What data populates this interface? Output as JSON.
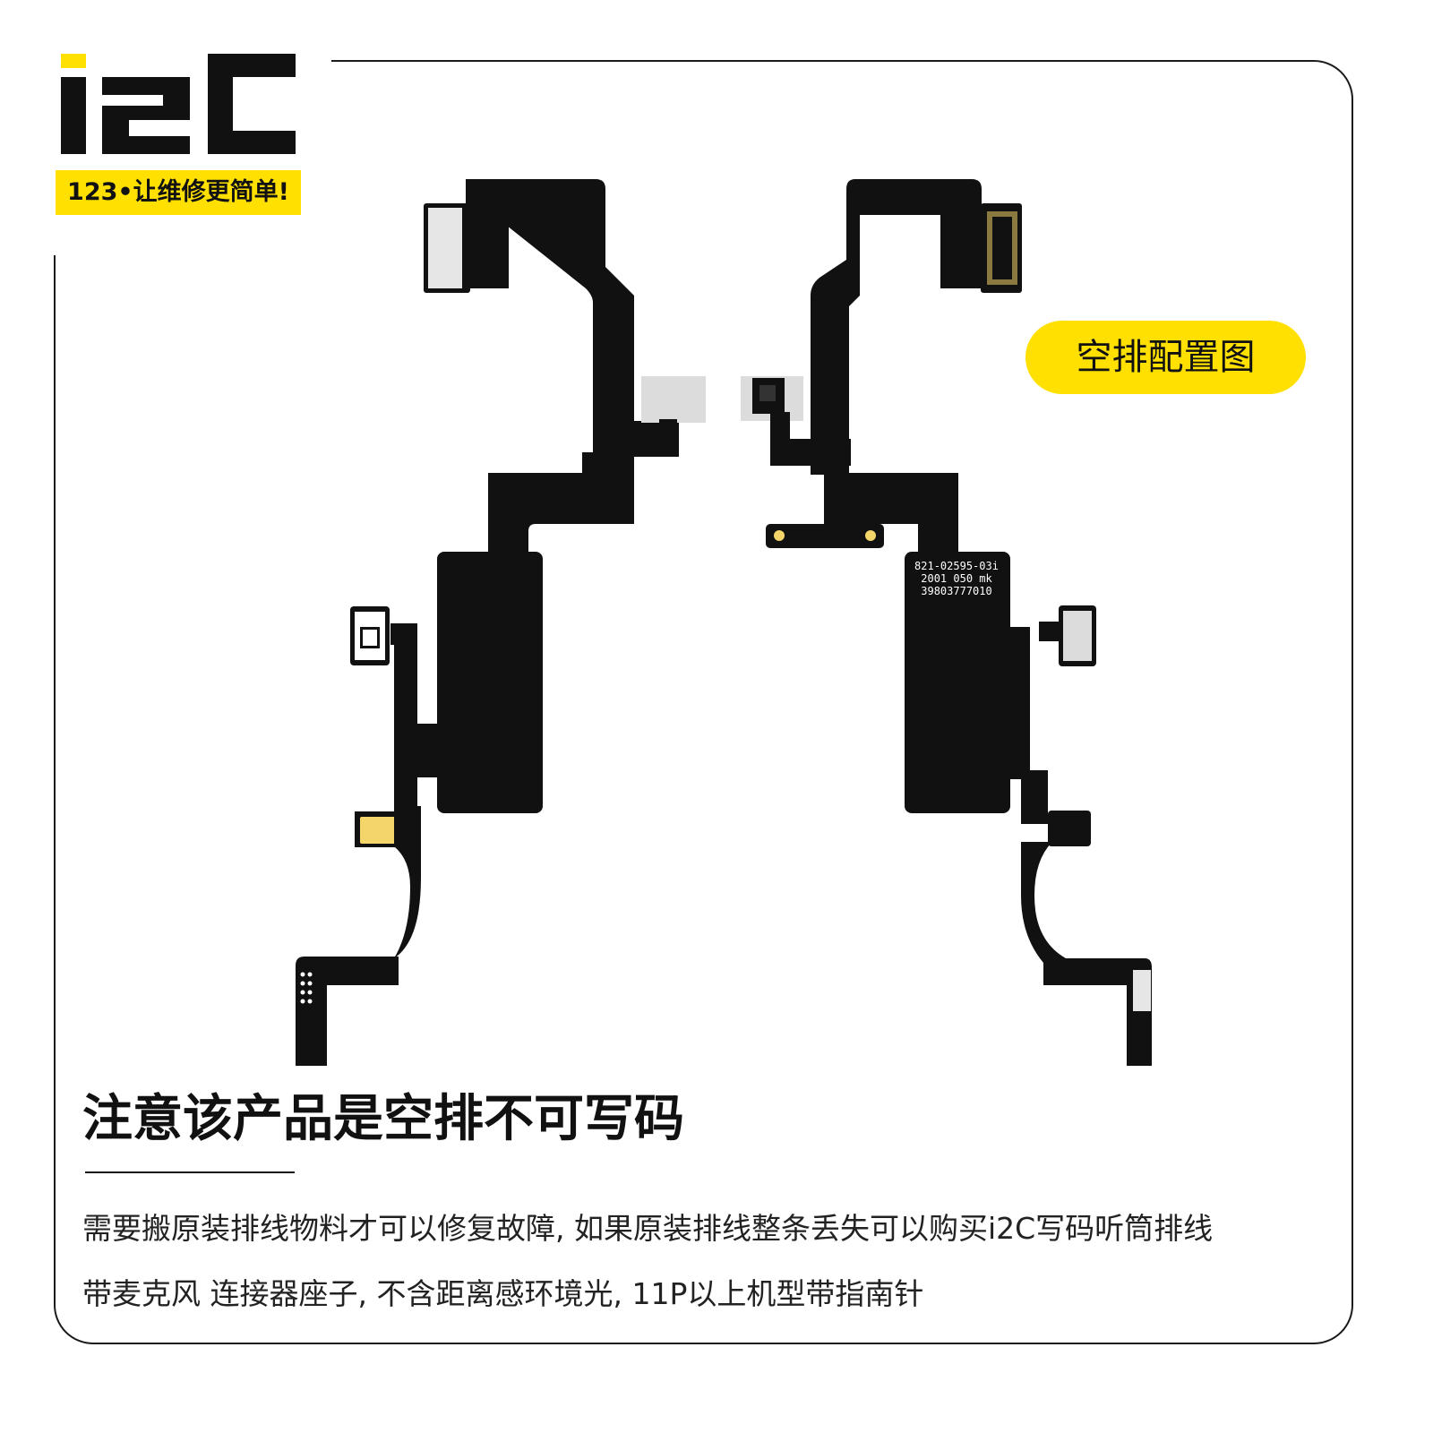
{
  "brand": {
    "logo_text": "i2C",
    "slogan": "123•让维修更简单!",
    "accent_color": "#ffe000"
  },
  "badge": {
    "label": "空排配置图"
  },
  "product": {
    "part_label_lines": [
      "821-02595-03i",
      "2001 050 mk",
      "39803777010"
    ]
  },
  "notice": {
    "headline": "注意该产品是空排不可写码",
    "line1": "需要搬原装排线物料才可以修复故障, 如果原装排线整条丢失可以购买i2C写码听筒排线",
    "line2": "带麦克风  连接器座子, 不含距离感环境光, 11P以上机型带指南针"
  }
}
